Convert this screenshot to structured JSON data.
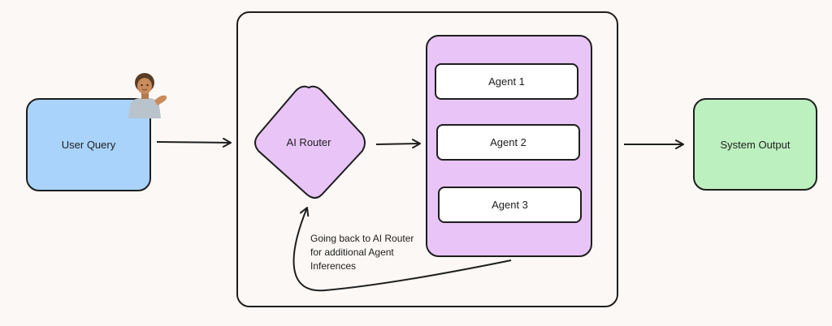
{
  "nodes": {
    "user_query": "User Query",
    "ai_router": "AI Router",
    "agents": [
      "Agent 1",
      "Agent 2",
      "Agent 3"
    ],
    "system_output": "System Output"
  },
  "loop_note": {
    "lines": [
      "Going back to AI Router",
      "for additional Agent",
      "Inferences"
    ]
  },
  "colors": {
    "user_query_fill": "#a9d3fb",
    "router_fill": "#e8c5f6",
    "agents_panel_fill": "#e8c5f6",
    "agent_fill": "#ffffff",
    "output_fill": "#bdf0bf",
    "stroke": "#1e1e1e",
    "background": "#fbf8f5"
  },
  "icons": {
    "user": "person-tipping-hand-icon"
  }
}
